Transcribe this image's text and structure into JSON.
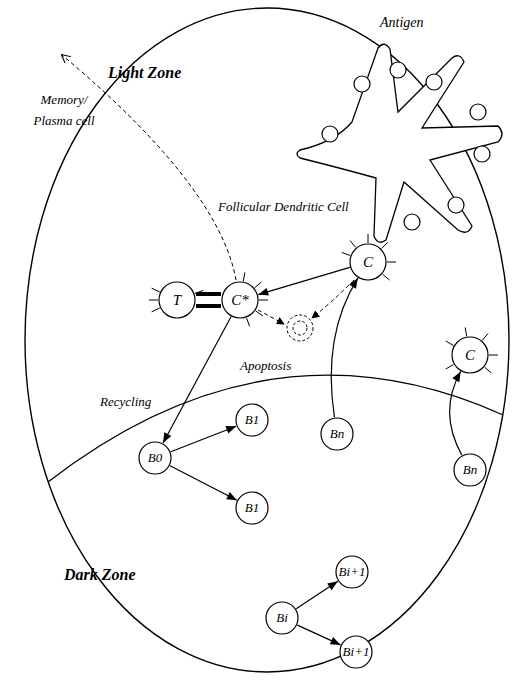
{
  "diagram": {
    "nodes": [
      {
        "text": [
          "Light Zone",
          "Dark Zone"
        ]
      },
      {
        "text": [
          "Follicular Dendritic Cell"
        ],
        "in": 0
      },
      {
        "text": [
          "T"
        ],
        "in": 0
      },
      {
        "text": [
          "C*"
        ],
        "in": 0
      },
      {
        "text": [
          "C"
        ],
        "in": 0
      },
      {
        "text": [
          "C"
        ],
        "in": 0
      },
      {
        "text": [
          "B1"
        ],
        "in": 0
      },
      {
        "text": [
          "Bn"
        ],
        "in": 0
      },
      {
        "text": [
          "B0"
        ],
        "in": 0
      },
      {
        "text": [
          "Bn"
        ],
        "in": 0
      },
      {
        "text": [
          "B1"
        ],
        "in": 0
      },
      {
        "text": [
          "Bi+1"
        ],
        "in": 0
      },
      {
        "text": [
          "Bi"
        ],
        "in": 0
      },
      {
        "text": [
          "Bi+1"
        ],
        "in": 0
      }
    ],
    "edges": [
      {
        "from": 4,
        "to": 3,
        "arrow": "to"
      },
      {
        "from": 2,
        "to": 3,
        "arrow": "none"
      },
      {
        "from": 3,
        "to": 8,
        "label": "Recycling",
        "arrow": "to"
      },
      {
        "from": 8,
        "to": 6,
        "arrow": "to"
      },
      {
        "from": 8,
        "to": 10,
        "arrow": "to"
      },
      {
        "from": 7,
        "to": 4,
        "arrow": "to"
      },
      {
        "from": 9,
        "to": 5,
        "arrow": "to"
      },
      {
        "from": 12,
        "to": 11,
        "arrow": "to"
      },
      {
        "from": 12,
        "to": 13,
        "arrow": "to"
      }
    ],
    "labels": [
      "Antigen",
      "Memory/ Plasma cell",
      "Apoptosis"
    ]
  }
}
